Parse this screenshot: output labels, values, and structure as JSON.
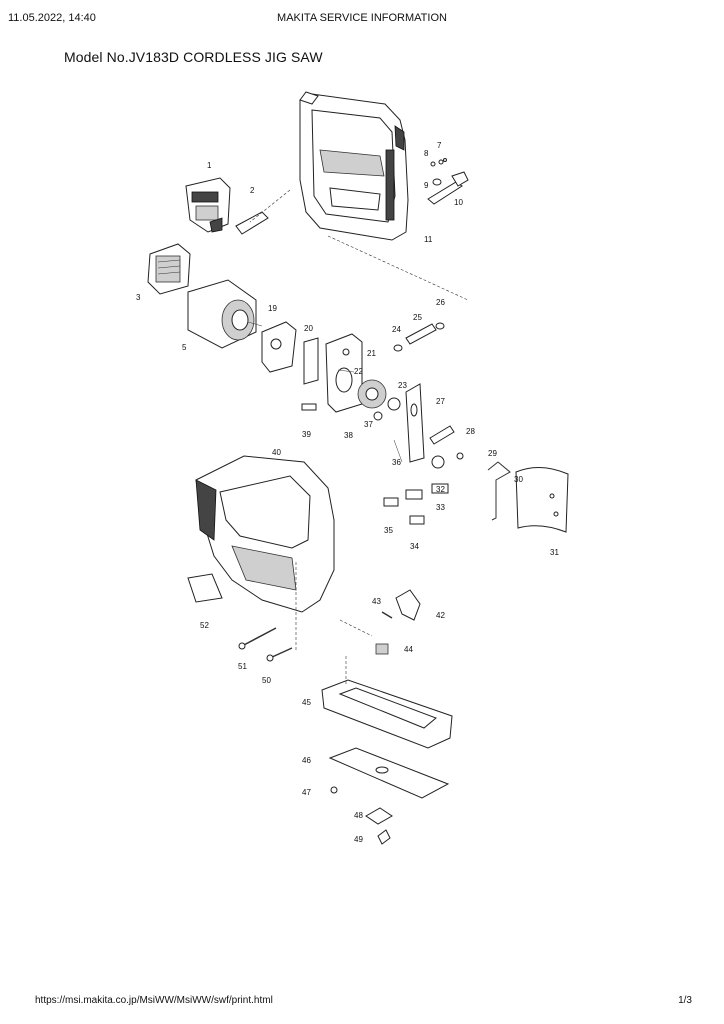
{
  "header": {
    "date": "11.05.2022, 14:40",
    "site": "MAKITA SERVICE INFORMATION"
  },
  "title": "Model No.JV183D CORDLESS JIG SAW",
  "footer": {
    "url": "https://msi.makita.co.jp/MsiWW/MsiWW/swf/print.html",
    "page": "1/3"
  },
  "parts": {
    "p1": "1",
    "p2": "2",
    "p3": "3",
    "p5": "5",
    "p7": "7",
    "p8": "8",
    "p9": "9",
    "p10": "10",
    "p11": "11",
    "p19": "19",
    "p20": "20",
    "p21": "21",
    "p22": "22",
    "p23": "23",
    "p24": "24",
    "p25": "25",
    "p26": "26",
    "p27": "27",
    "p28": "28",
    "p29": "29",
    "p30": "30",
    "p31": "31",
    "p32": "32",
    "p33": "33",
    "p34": "34",
    "p35": "35",
    "p36": "36",
    "p37": "37",
    "p38": "38",
    "p39": "39",
    "p40": "40",
    "p42": "42",
    "p43": "43",
    "p44": "44",
    "p45": "45",
    "p46": "46",
    "p47": "47",
    "p48": "48",
    "p49": "49",
    "p50": "50",
    "p51": "51",
    "p52": "52"
  }
}
